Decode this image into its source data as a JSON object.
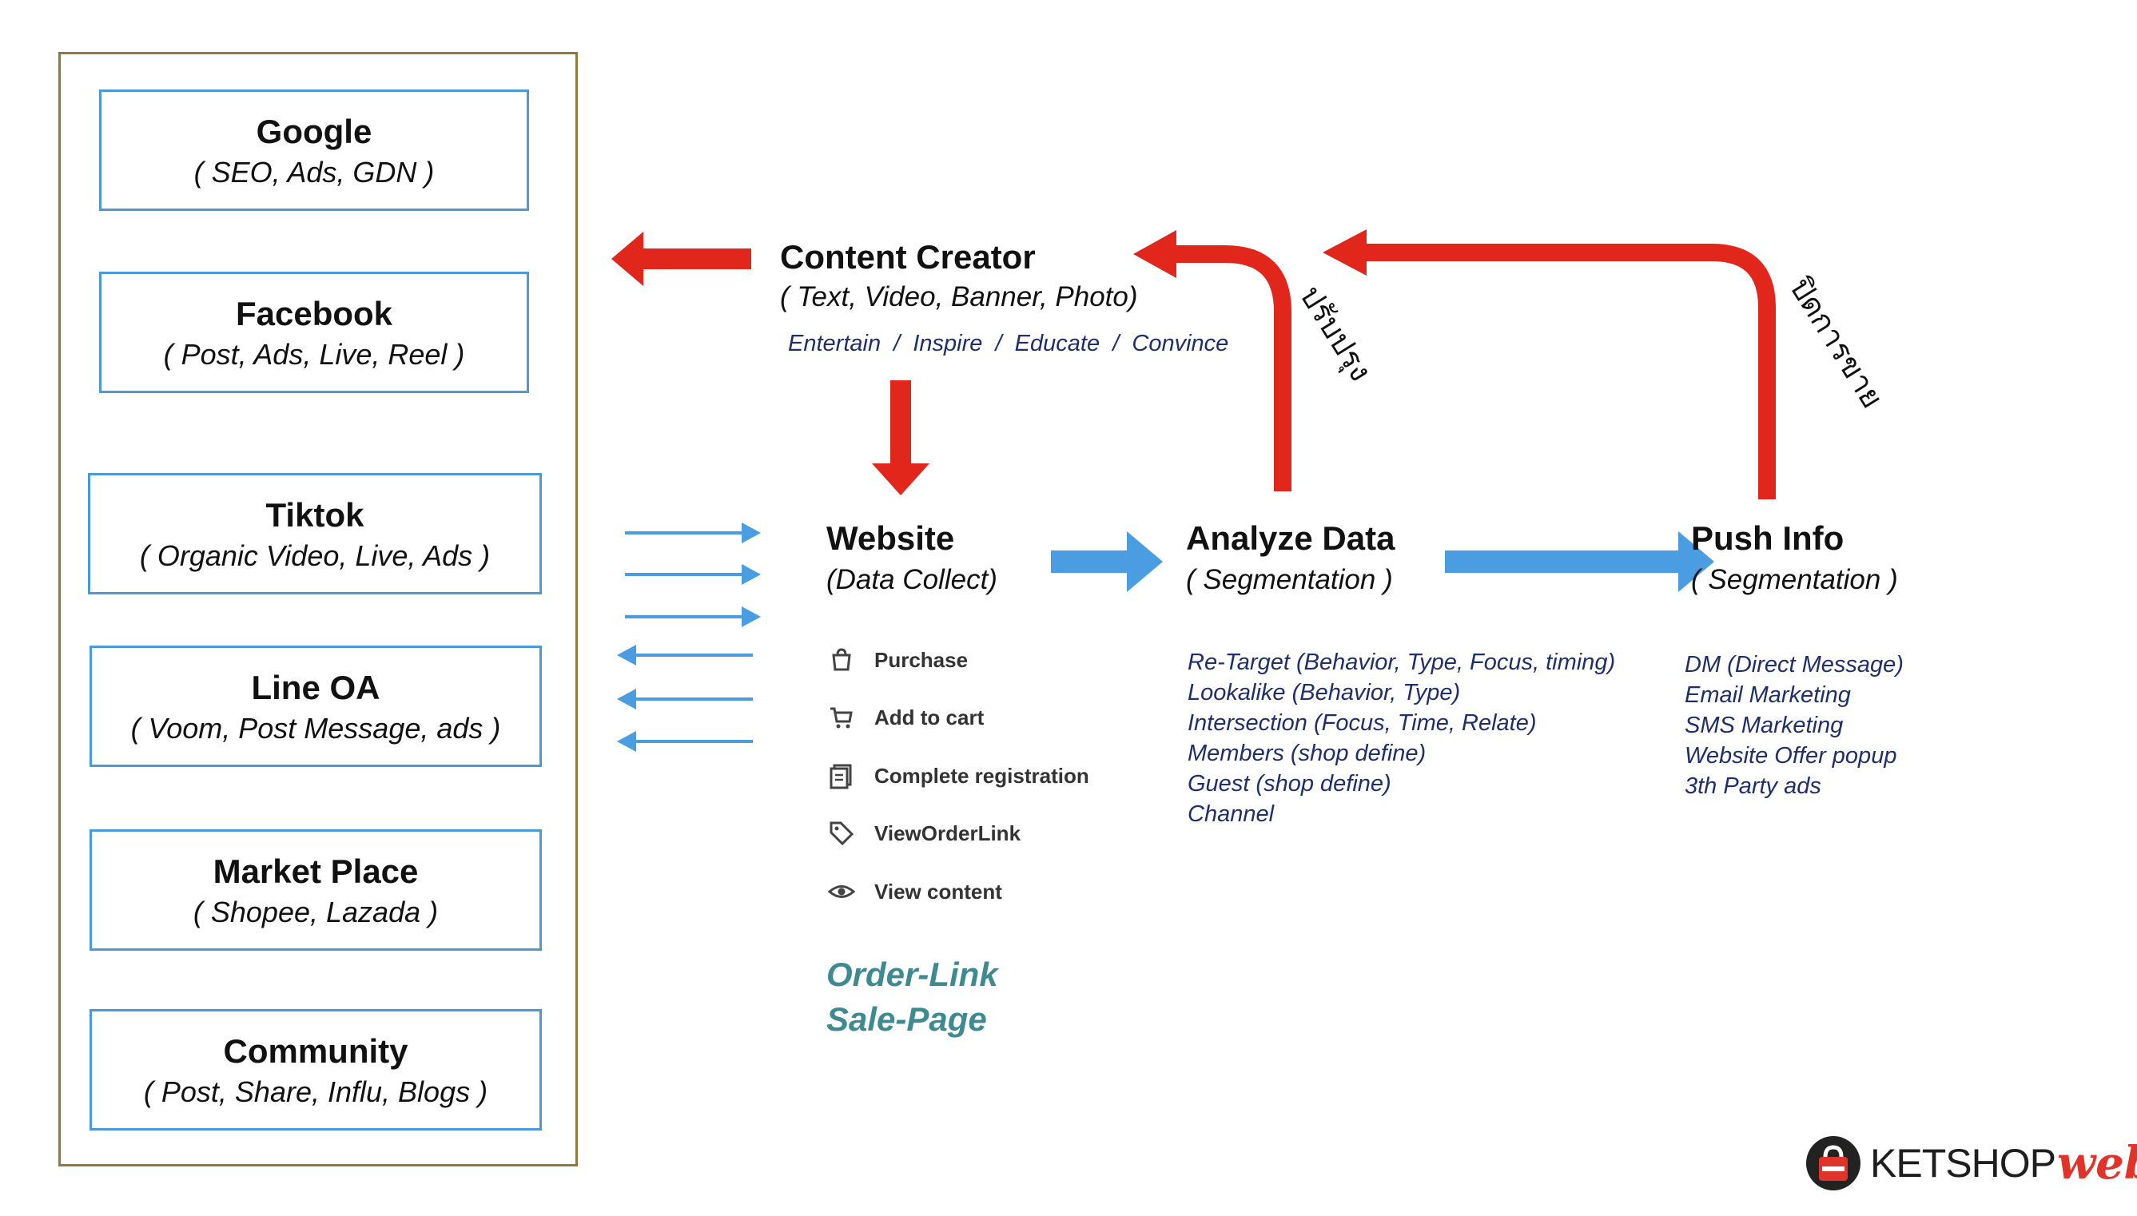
{
  "channels": [
    {
      "title": "Google",
      "subtitle": "( SEO, Ads, GDN )"
    },
    {
      "title": "Facebook",
      "subtitle": "( Post, Ads, Live, Reel )"
    },
    {
      "title": "Tiktok",
      "subtitle": "( Organic Video, Live, Ads )"
    },
    {
      "title": "Line OA",
      "subtitle": "( Voom, Post Message, ads )"
    },
    {
      "title": "Market Place",
      "subtitle": "( Shopee, Lazada )"
    },
    {
      "title": "Community",
      "subtitle": "( Post, Share, Influ, Blogs )"
    }
  ],
  "content_creator": {
    "title": "Content Creator",
    "subtitle": "( Text, Video, Banner, Photo)",
    "tagline": "Entertain  /  Inspire  /  Educate  /  Convince"
  },
  "website": {
    "title": "Website",
    "subtitle": "(Data Collect)",
    "events": [
      {
        "label": "Purchase",
        "icon": "shopping-bag-icon"
      },
      {
        "label": "Add to cart",
        "icon": "cart-icon"
      },
      {
        "label": "Complete registration",
        "icon": "registration-icon"
      },
      {
        "label": "ViewOrderLink",
        "icon": "tag-icon"
      },
      {
        "label": "View content",
        "icon": "eye-icon"
      }
    ],
    "links": [
      "Order-Link",
      "Sale-Page"
    ]
  },
  "analyze": {
    "title": "Analyze Data",
    "subtitle": "( Segmentation )",
    "items": [
      "Re-Target (Behavior, Type, Focus, timing)",
      "Lookalike (Behavior, Type)",
      "Intersection (Focus, Time, Relate)",
      "Members (shop define)",
      "Guest (shop define)",
      "Channel"
    ]
  },
  "push": {
    "title": "Push Info",
    "subtitle": "( Segmentation )",
    "items": [
      "DM (Direct Message)",
      "Email Marketing",
      "SMS Marketing",
      "Website Offer popup",
      "3th Party ads"
    ]
  },
  "feedback_labels": {
    "improve": "ปรับปรุง",
    "close_sale": "ปิดการขาย"
  },
  "logo": {
    "brand": "KETSHOP",
    "suffix": "web"
  },
  "colors": {
    "red_arrow": "#e1261c",
    "blue_arrow": "#4a9de0",
    "box_border": "#4a9ad8",
    "frame_border": "#8f7a3a",
    "link_teal": "#3e8a91",
    "list_navy": "#1f2f6b"
  }
}
